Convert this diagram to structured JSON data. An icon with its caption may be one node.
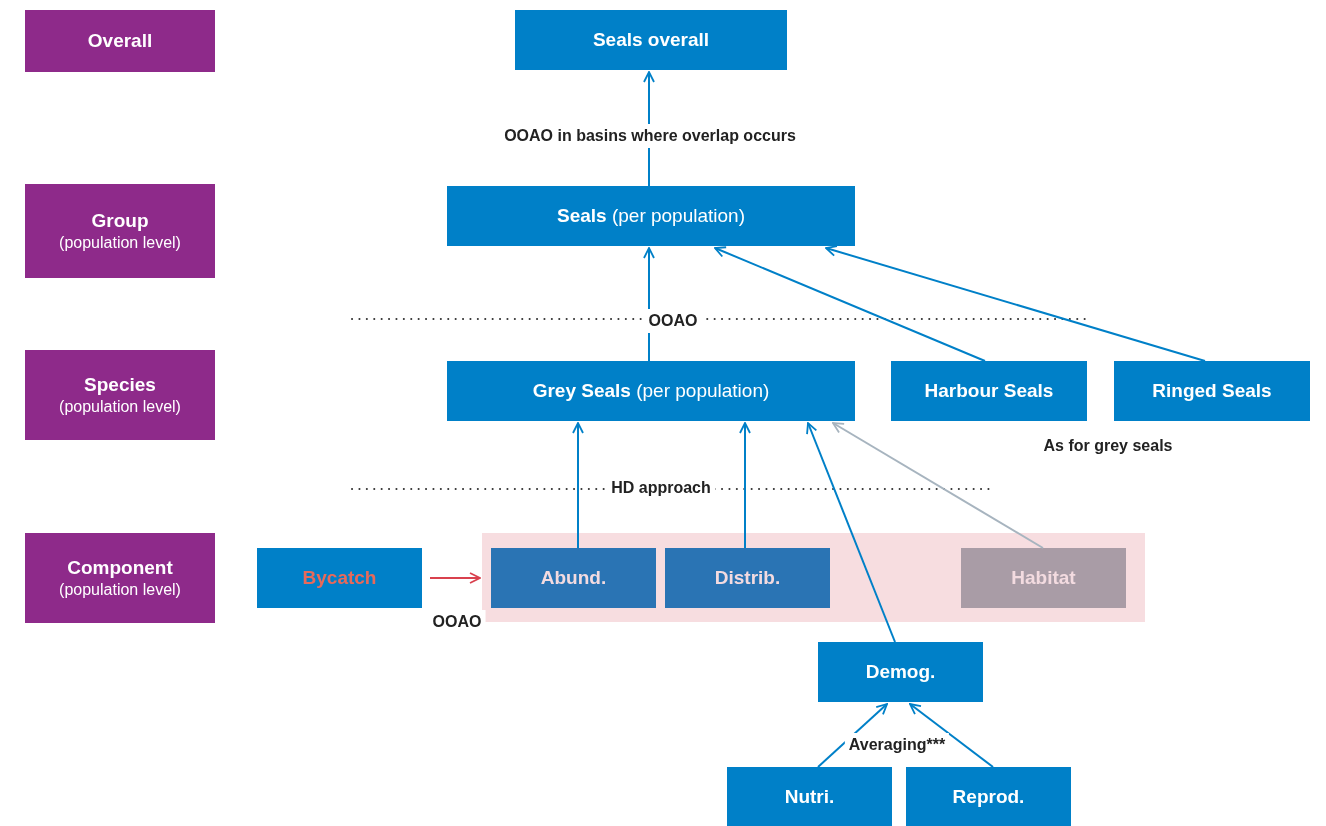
{
  "diagram": {
    "nodes": [
      {
        "text": [
          "Overall"
        ]
      },
      {
        "text": [
          "Group",
          "(population level)"
        ]
      },
      {
        "text": [
          "Species",
          "(population level)"
        ]
      },
      {
        "text": [
          "Component",
          "(population level)"
        ]
      },
      {
        "text": [
          "Seals overall"
        ]
      },
      {
        "text": [
          "**Seals** (per population)"
        ]
      },
      {
        "text": [
          "**Grey Seals** (per population)"
        ]
      },
      {
        "text": [
          "Harbour Seals"
        ]
      },
      {
        "text": [
          "Ringed Seals"
        ]
      },
      {
        "text": [
          "Bycatch"
        ]
      },
      {
        "text": [],
        "shape": "box"
      },
      {
        "text": [
          "Abund."
        ],
        "in": 10
      },
      {
        "text": [
          "Distrib."
        ],
        "in": 10
      },
      {
        "text": [
          "Habitat"
        ],
        "in": 10
      },
      {
        "text": [
          "Demog."
        ]
      },
      {
        "text": [
          "Nutri."
        ]
      },
      {
        "text": [
          "Reprod."
        ]
      }
    ],
    "edges": [
      {
        "from": 6,
        "to": 5,
        "arrow": "to",
        "label": "OOAO"
      },
      {
        "from": 7,
        "to": 5,
        "arrow": "to"
      },
      {
        "from": 8,
        "to": 5,
        "arrow": "to"
      },
      {
        "from": 5,
        "to": 4,
        "arrow": "to",
        "label": "OOAO in basins where overlap occurs"
      },
      {
        "from": 11,
        "to": 6,
        "arrow": "to"
      },
      {
        "from": 12,
        "to": 6,
        "arrow": "to"
      },
      {
        "from": 14,
        "to": 6,
        "arrow": "to"
      },
      {
        "from": 13,
        "to": 6,
        "arrow": "to",
        "color": "#a7b4bf"
      },
      {
        "from": 9,
        "to": 10,
        "arrow": "to",
        "color": "#d9414e"
      },
      {
        "from": 15,
        "to": 14,
        "arrow": "to"
      },
      {
        "from": 16,
        "to": 14,
        "arrow": "to"
      }
    ],
    "labels": [
      "As for grey seals",
      "HD approach",
      "OOAO",
      "Averaging***"
    ]
  }
}
